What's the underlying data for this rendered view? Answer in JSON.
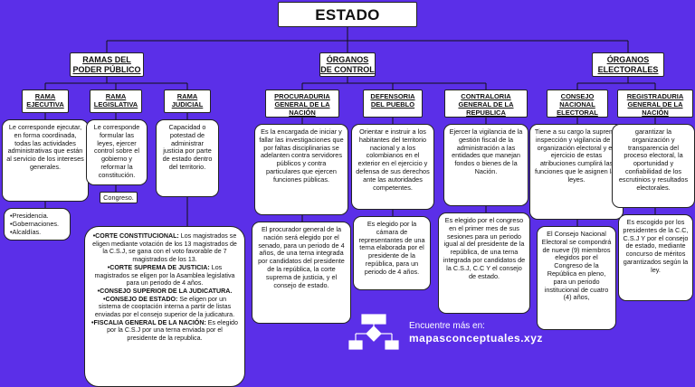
{
  "title": "ESTADO COLOMBIANO",
  "branches": {
    "publico": "RAMAS DEL PODER PÚBLICO",
    "control": "ÓRGANOS DE CONTROL",
    "electorales": "ÓRGANOS ELECTORALES"
  },
  "ejecutiva": {
    "title": "RAMA EJECUTIVA",
    "text": "Le corresponde ejecutar, en forma coordinada, todas las actividades administrativas que están al servicio de los intereses generales.",
    "list": [
      "•Presidencia.",
      "•Gobernaciones.",
      "•Alcaldías."
    ]
  },
  "legislativa": {
    "title": "RAMA LEGISLATIVA",
    "text": "Le corresponde formular las leyes, ejercer control sobre el gobierno y reformar la constitución.",
    "tag": "Congreso."
  },
  "judicial": {
    "title": "RAMA JUDICIAL",
    "text": "Capacidad o potestad de administrar justicia por parte de estado dentro del territorio.",
    "details": [
      {
        "label": "•CORTE CONSTITUCIONAL:",
        "text": "Los magistrados se eligen mediante votación de los 13 magistrados de la C.S.J, se gana con el voto favorable de 7 magistrados de los 13."
      },
      {
        "label": "•CORTE SUPREMA DE JUSTICIA:",
        "text": "Los magistrados se eligen por la Asamblea legislativa para un periodo de 4 años."
      },
      {
        "label": "•CONSEJO SUPERIOR DE LA JUDICATURA.",
        "text": ""
      },
      {
        "label": "•CONSEJO DE ESTADO:",
        "text": "Se eligen por un sistema de cooptación interna a partir de listas enviadas por el consejo superior de la judicatura."
      },
      {
        "label": "•FISCALIA GENERAL DE LA NACIÓN:",
        "text": "Es elegido por la C.S.J por una terna enviada por el presidente de la republica."
      }
    ]
  },
  "procuraduria": {
    "title": "PROCURADURIA GENERAL DE LA NACIÓN",
    "text": "Es la encargada de iniciar y fallar las investigaciones que por faltas disciplinarias se adelanten contra servidores públicos y contra particulares que ejercen funciones públicas.",
    "text2": "El procurador general de la nación será elegido por el senado, para un periodo de 4 años, de una terna integrada por candidatos del presidente de la república, la corte suprema de justicia, y el consejo de estado."
  },
  "defensoria": {
    "title": "DEFENSORIA DEL PUEBLO",
    "text": "Orientar e instruir a los habitantes del territorio nacional y a los colombianos en el exterior en el ejercicio y defensa de sus derechos ante las autoridades competentes.",
    "text2": "Es elegido por la cámara de representantes de una terna elaborada por el presidente de la república, para un periodo de 4 años."
  },
  "contraloria": {
    "title": "CONTRALORIA GENERAL DE LA REPUBLICA",
    "text": "Ejercer la vigilancia de la gestión fiscal de la administración a las entidades que manejan fondos o bienes de la Nación.",
    "text2": "Es elegido por el congreso en el primer mes de sus sesiones para un periodo igual al del presidente de la república, de una terna integrada por candidatos de la C.S.J, C.C Y el consejo de estado."
  },
  "cne": {
    "title": "CONSEJO NACIONAL ELECTORAL",
    "text": "Tiene a su cargo la suprema inspección y vigilancia de la organización electoral y en ejercicio de estas atribuciones cumplirá las funciones que le asignen las leyes.",
    "text2": "El Consejo Nacional Electoral se compondrá de nueve (9) miembros elegidos por el Congreso de la República en pleno, para un periodo institucional de cuatro (4) años,"
  },
  "registraduria": {
    "title": "REGISTRADURIA GENERAL DE LA NACIÓN",
    "text": "garantizar la organización y transparencia del proceso electoral, la oportunidad y confiabilidad de los escrutinios y resultados electorales.",
    "text2": "Es escogido por los presidentes de la C.C, C.S.J Y por el consejo de estado, mediante concurso de méritos garantizados según la ley."
  },
  "footer": {
    "line1": "Encuentre más en:",
    "line2": "mapasconceptuales.xyz",
    "icon": "flowchart-icon"
  },
  "colors": {
    "background": "#5b2fe8",
    "box": "#ffffff",
    "line": "#111111"
  }
}
